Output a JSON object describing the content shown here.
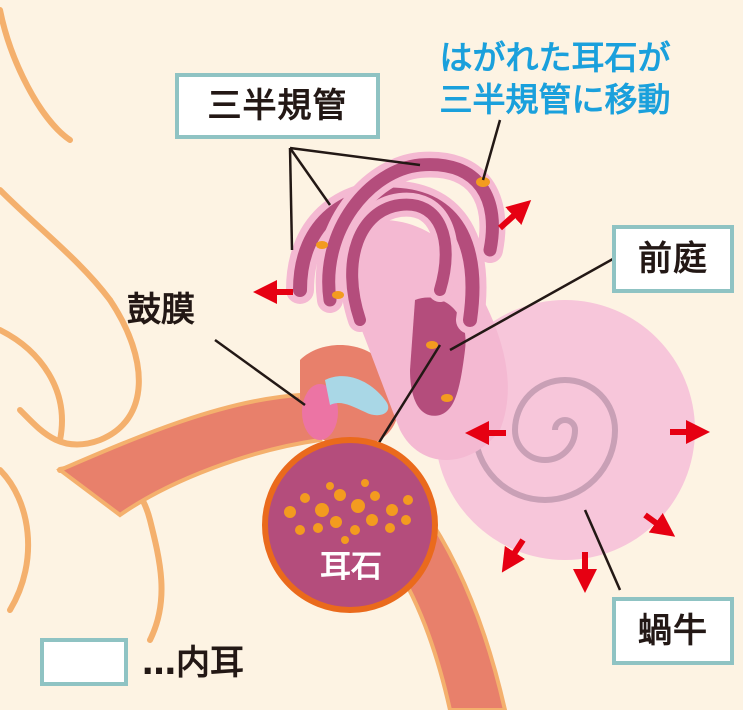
{
  "labels": {
    "semicircular_canals": "三半規管",
    "moved_caption_line1": "はがれた耳石が",
    "moved_caption_line2": "三半規管に移動",
    "vestibule": "前庭",
    "eardrum": "鼓膜",
    "otolith": "耳石",
    "cochlea": "蝸牛",
    "legend_text": "…内耳"
  },
  "colors": {
    "background": "#fdf3e3",
    "outer_ear_outline": "#f4b06d",
    "ear_canal": "#e8806b",
    "inner_ear_pink": "#f4b9d2",
    "canal_dark": "#b44d7c",
    "otolith_orange": "#f39b1f",
    "arrow_red": "#e60012",
    "label_border": "#8fc3c3",
    "caption_blue": "#1aa0dc"
  },
  "icons": {
    "movement_arrows": "red-arrow-icon",
    "otolith_particles": "otolith-particle-icon"
  }
}
